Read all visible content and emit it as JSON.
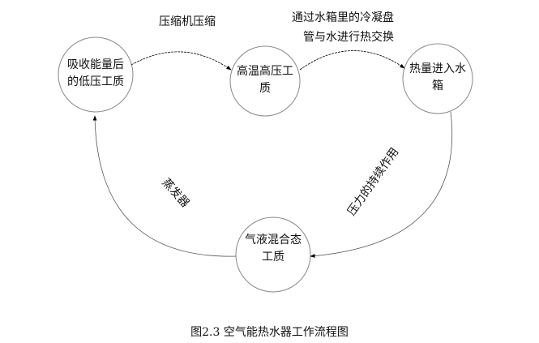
{
  "nodes": [
    {
      "line1": "吸收能量后",
      "line2": "的低压工质"
    },
    {
      "line1": "高温高压工",
      "line2": "质"
    },
    {
      "line1": "热量进入水",
      "line2": "箱"
    },
    {
      "line1": "气液混合态",
      "line2": "工质"
    }
  ],
  "edges": {
    "compress": "压缩机压缩",
    "exchange_line1": "通过水箱里的冷凝盘",
    "exchange_line2": "管与水进行热交换",
    "pressure": "压力的持续作用",
    "evaporator": "蒸发器"
  },
  "caption": "图2.3  空气能热水器工作流程图"
}
